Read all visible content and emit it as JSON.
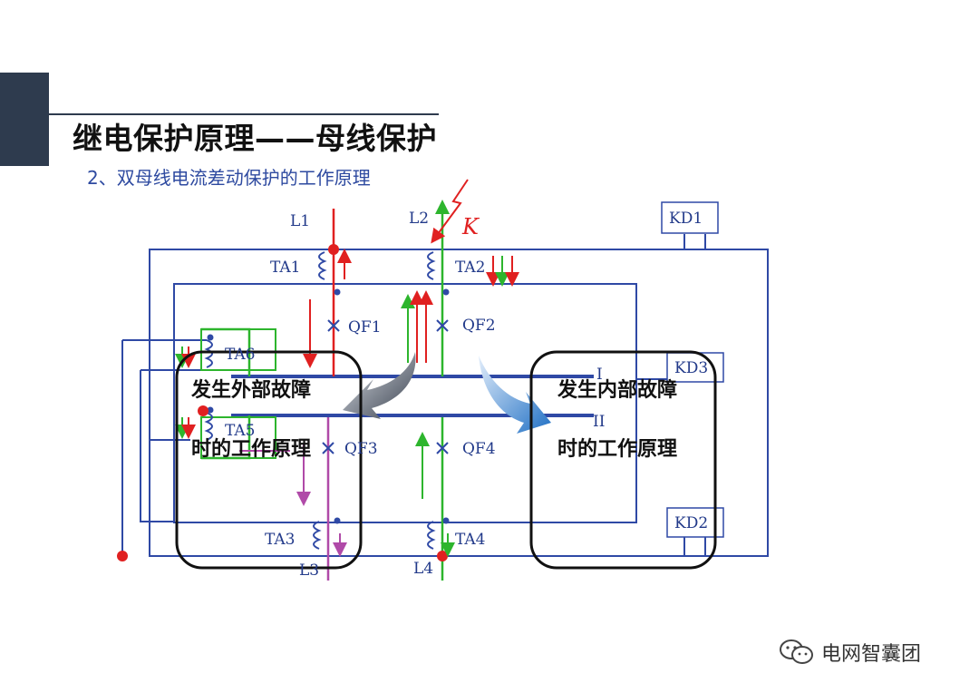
{
  "title": "继电保护原理——母线保护",
  "subtitle": "2、双母线电流差动保护的工作原理",
  "fault_label": "K",
  "lines": {
    "l1": "L1",
    "l2": "L2",
    "l3": "L3",
    "l4": "L4"
  },
  "ct": {
    "ta1": "TA1",
    "ta2": "TA2",
    "ta3": "TA3",
    "ta4": "TA4",
    "ta5": "TA5",
    "ta6": "TA6"
  },
  "breakers": {
    "qf1": "QF1",
    "qf2": "QF2",
    "qf3": "QF3",
    "qf4": "QF4"
  },
  "buses": {
    "bus1": "I",
    "bus2": "II"
  },
  "relays": {
    "kd1": "KD1",
    "kd2": "KD2",
    "kd3": "KD3"
  },
  "callouts": {
    "external_line1": "发生外部故障",
    "external_line2": "时的工作原理",
    "internal_line1": "发生内部故障",
    "internal_line2": "时的工作原理"
  },
  "watermark": "电网智囊团",
  "icons": {
    "watermark": "wechat-icon"
  },
  "colors": {
    "wire": "#2f49a5",
    "line_red": "#e02020",
    "line_green": "#2db52d",
    "line_purple": "#b04aa8",
    "accent_dark": "#2e3b4e"
  }
}
